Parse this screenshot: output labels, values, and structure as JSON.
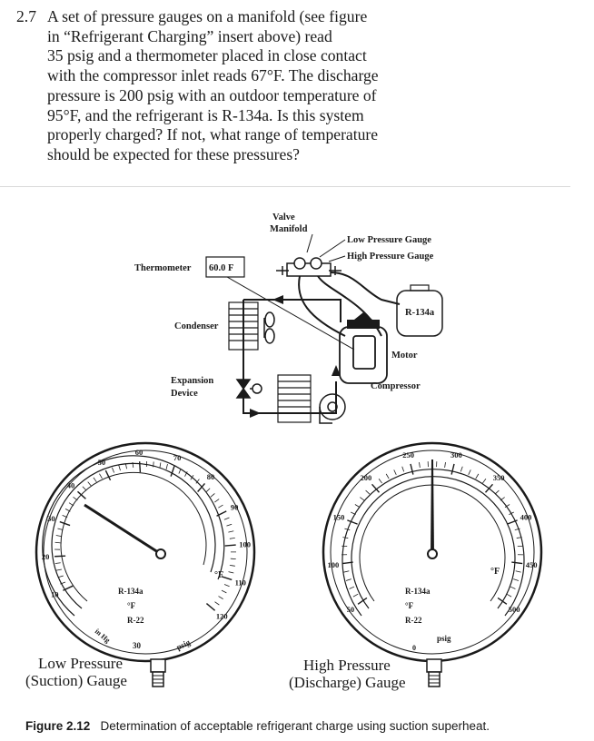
{
  "problem": {
    "number": "2.7",
    "lines": [
      "A set of pressure gauges on a manifold (see figure",
      "in “Refrigerant Charging” insert above) read",
      "35 psig and a thermometer placed in close contact",
      "with the compressor inlet reads 67°F. The discharge",
      "pressure is 200 psig with an outdoor temperature of",
      "95°F, and the refrigerant is R-134a. Is this system",
      "properly charged? If not, what range of temperature",
      "should be expected for these pressures?"
    ]
  },
  "diagram": {
    "valve_manifold": "Valve Manifold",
    "valve_manifold_l1": "Valve",
    "valve_manifold_l2": "Manifold",
    "low_pressure_gauge": "Low Pressure Gauge",
    "high_pressure_gauge": "High Pressure Gauge",
    "thermometer": "Thermometer",
    "thermometer_reading": "60.0 F",
    "refrigerant": "R-134a",
    "condenser": "Condenser",
    "expansion_l1": "Expansion",
    "expansion_l2": "Device",
    "motor": "Motor",
    "compressor": "Compressor"
  },
  "gauges": {
    "low": {
      "label_l1": "Low Pressure",
      "label_l2": "(Suction) Gauge",
      "outer_ticks": [
        "10",
        "20",
        "30",
        "40",
        "50",
        "60",
        "70",
        "80",
        "90",
        "100",
        "110",
        "120"
      ],
      "refrigerant_a": "R-134a",
      "refrigerant_b": "R-22",
      "unit_f": "°F",
      "unit_psig": "psig",
      "vacuum_unit": "in Hg",
      "vacuum_value": "30",
      "pointer_value_psig": 35
    },
    "high": {
      "label_l1": "High Pressure",
      "label_l2": "(Discharge) Gauge",
      "outer_ticks": [
        "50",
        "100",
        "150",
        "200",
        "250",
        "300",
        "350",
        "400",
        "450",
        "500"
      ],
      "refrigerant_a": "R-134a",
      "refrigerant_b": "R-22",
      "unit_f": "°F",
      "unit_psig": "psig",
      "zero": "0",
      "pointer_value_psig": 250
    }
  },
  "caption": {
    "label": "Figure 2.12",
    "text": "Determination of acceptable refrigerant charge using suction superheat."
  }
}
